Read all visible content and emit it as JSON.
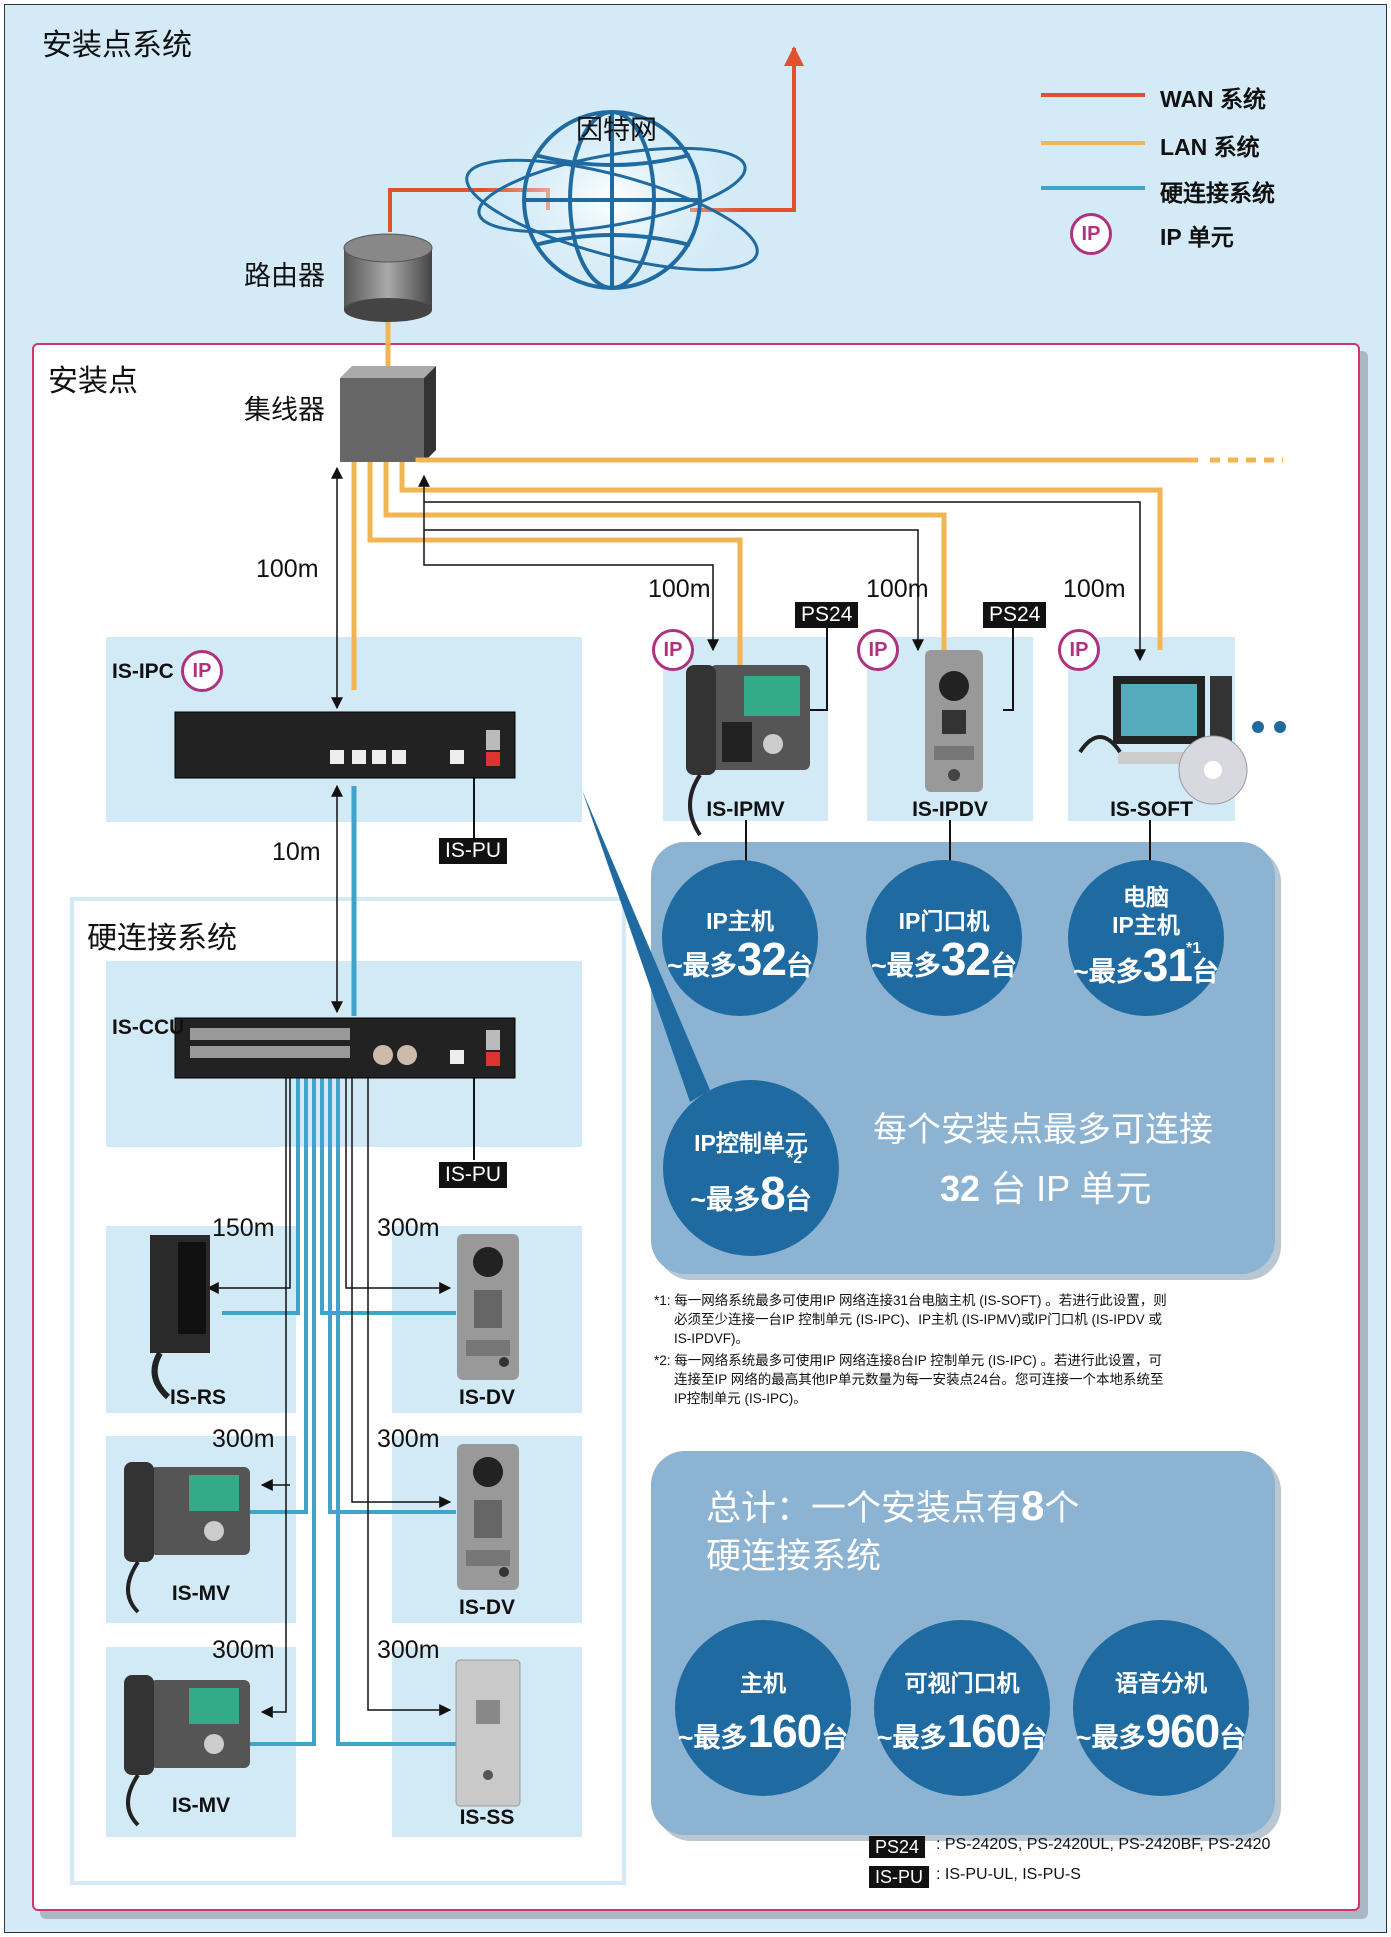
{
  "title": "安装点系统",
  "site_title": "安装点",
  "hardwired_title": "硬连接系统",
  "internet": "因特网",
  "router": "路由器",
  "hub": "集线器",
  "legend": [
    {
      "label": "WAN 系统",
      "color": "#e0522b"
    },
    {
      "label": "LAN 系统",
      "color": "#f3b453"
    },
    {
      "label": "硬连接系统",
      "color": "#3ea4c9"
    },
    {
      "label": "IP 单元",
      "icon": "ip-badge-icon"
    }
  ],
  "ip_badge": "IP",
  "distances": {
    "ipc": "100m",
    "ipmv": "100m",
    "ipdv": "100m",
    "soft": "100m",
    "ccu": "10m",
    "rs": "150m",
    "dv1": "300m",
    "mv1": "300m",
    "dv2": "300m",
    "mv2": "300m",
    "ss": "300m"
  },
  "devices": {
    "ipc": "IS-IPC",
    "ccu": "IS-CCU",
    "ipmv": "IS-IPMV",
    "ipdv": "IS-IPDV",
    "soft": "IS-SOFT",
    "rs": "IS-RS",
    "dv1": "IS-DV",
    "mv1": "IS-MV",
    "dv2": "IS-DV",
    "mv2": "IS-MV",
    "ss": "IS-SS"
  },
  "tags": {
    "ps24": "PS24",
    "ispu": "IS-PU"
  },
  "ip_bubbles": [
    {
      "title": "IP主机",
      "prefix": "~最多",
      "num": "32",
      "unit": "台",
      "note": ""
    },
    {
      "title": "IP门口机",
      "prefix": "~最多",
      "num": "32",
      "unit": "台",
      "note": ""
    },
    {
      "title_line1": "电脑",
      "title": "IP主机",
      "prefix": "~最多",
      "num": "31",
      "unit": "台",
      "note": "*1"
    },
    {
      "title": "IP控制单元",
      "prefix": "~最多",
      "num": "8",
      "unit": "台",
      "note": "*2"
    }
  ],
  "ip_summary": {
    "line1": "每个安装点最多可连接",
    "num": "32",
    "line2_rest": "台  IP 单元"
  },
  "notes": [
    "*1: 每一网络系统最多可使用IP 网络连接31台电脑主机 (IS-SOFT) 。若进行此设置，则",
    "必须至少连接一台IP 控制单元 (IS-IPC)、IP主机 (IS-IPMV)或IP门口机 (IS-IPDV 或",
    "IS-IPDVF)。",
    "*2: 每一网络系统最多可使用IP 网络连接8台IP 控制单元 (IS-IPC) 。若进行此设置，可",
    "连接至IP 网络的最高其他IP单元数量为每一安装点24台。您可连接一个本地系统至",
    "IP控制单元 (IS-IPC)。"
  ],
  "total": {
    "prefix": "总计：一个安装点有",
    "num": "8",
    "suffix": "个",
    "line2": "硬连接系统"
  },
  "total_bubbles": [
    {
      "title": "主机",
      "prefix": "~最多",
      "num": "160",
      "unit": "台"
    },
    {
      "title": "可视门口机",
      "prefix": "~最多",
      "num": "160",
      "unit": "台"
    },
    {
      "title": "语音分机",
      "prefix": "~最多",
      "num": "960",
      "unit": "台"
    }
  ],
  "footnotes": [
    {
      "tag": "PS24",
      "text": ": PS-2420S, PS-2420UL, PS-2420BF, PS-2420"
    },
    {
      "tag": "IS-PU",
      "text": ": IS-PU-UL, IS-PU-S"
    }
  ]
}
